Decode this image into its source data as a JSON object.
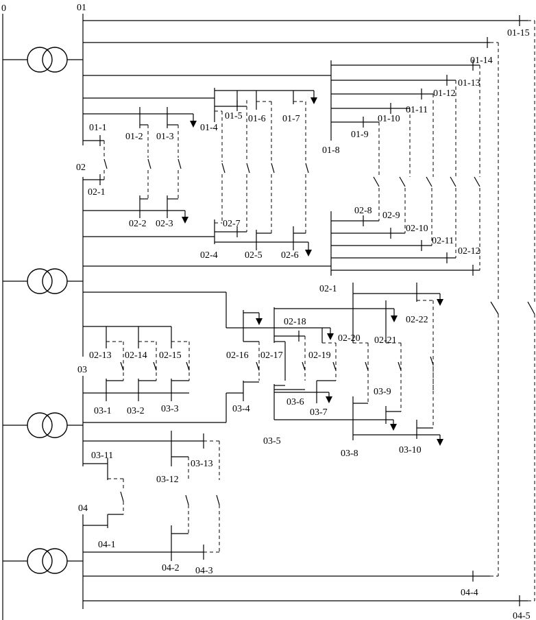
{
  "source_label": "0",
  "buses": [
    {
      "id": "bus-01",
      "label": "01"
    },
    {
      "id": "bus-02",
      "label": "02"
    },
    {
      "id": "bus-03",
      "label": "03"
    },
    {
      "id": "bus-04",
      "label": "04"
    }
  ],
  "nodes": [
    "01-1",
    "01-2",
    "01-3",
    "01-4",
    "01-5",
    "01-6",
    "01-7",
    "01-8",
    "01-9",
    "01-10",
    "01-11",
    "01-12",
    "01-13",
    "01-14",
    "01-15",
    "02-1",
    "02-2",
    "02-3",
    "02-4",
    "02-5",
    "02-6",
    "02-7",
    "02-8",
    "02-9",
    "02-10",
    "02-11",
    "02-12",
    "02-1",
    "02-13",
    "02-14",
    "02-15",
    "02-16",
    "02-17",
    "02-18",
    "02-19",
    "02-20",
    "02-21",
    "02-22",
    "03-1",
    "03-2",
    "03-3",
    "03-4",
    "03-5",
    "03-6",
    "03-7",
    "03-8",
    "03-9",
    "03-10",
    "03-11",
    "03-12",
    "03-13",
    "04-1",
    "04-2",
    "04-3",
    "04-4",
    "04-5"
  ]
}
